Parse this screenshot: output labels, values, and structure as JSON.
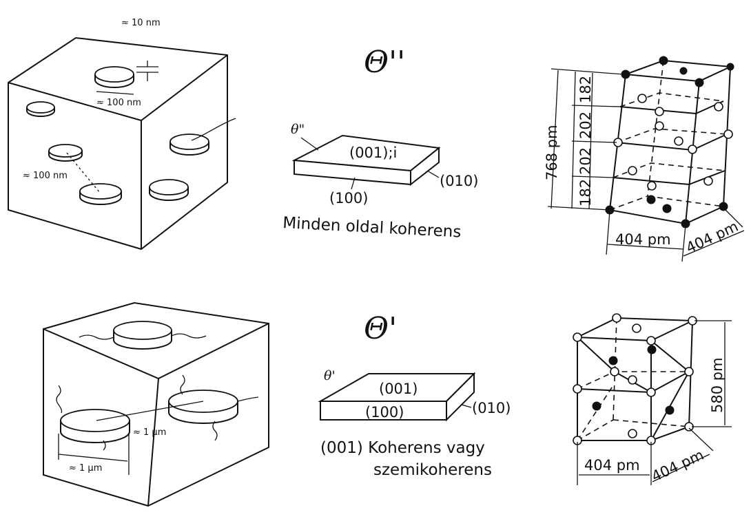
{
  "panels": {
    "top": {
      "phase_symbol": "Θ''",
      "block_symbol": "θ\"",
      "face_top": "(001);i",
      "face_front": "(100)",
      "face_side": "(010)",
      "caption": "Minden oldal koherens",
      "cube_labels": {
        "thickness": "≈ 10 nm",
        "diameter": "≈ 100 nm",
        "spacing": "≈ 100 nm"
      },
      "cell": {
        "height_total": "768 pm",
        "layer_spacings": [
          "182",
          "202",
          "202",
          "182"
        ],
        "width_a": "404 pm",
        "width_b": "404 pm"
      }
    },
    "bottom": {
      "phase_symbol": "Θ'",
      "block_symbol": "θ'",
      "face_top": "(001)",
      "face_front": "(100)",
      "face_side": "(010)",
      "caption_line1": "(001) Koherens vagy",
      "caption_line2": "szemikoherens",
      "cube_labels": {
        "spacing": "≈ 1 µm",
        "diameter": "≈ 1 µm"
      },
      "cell": {
        "height": "580 pm",
        "width_a": "404 pm",
        "width_b": "404 pm"
      }
    }
  }
}
